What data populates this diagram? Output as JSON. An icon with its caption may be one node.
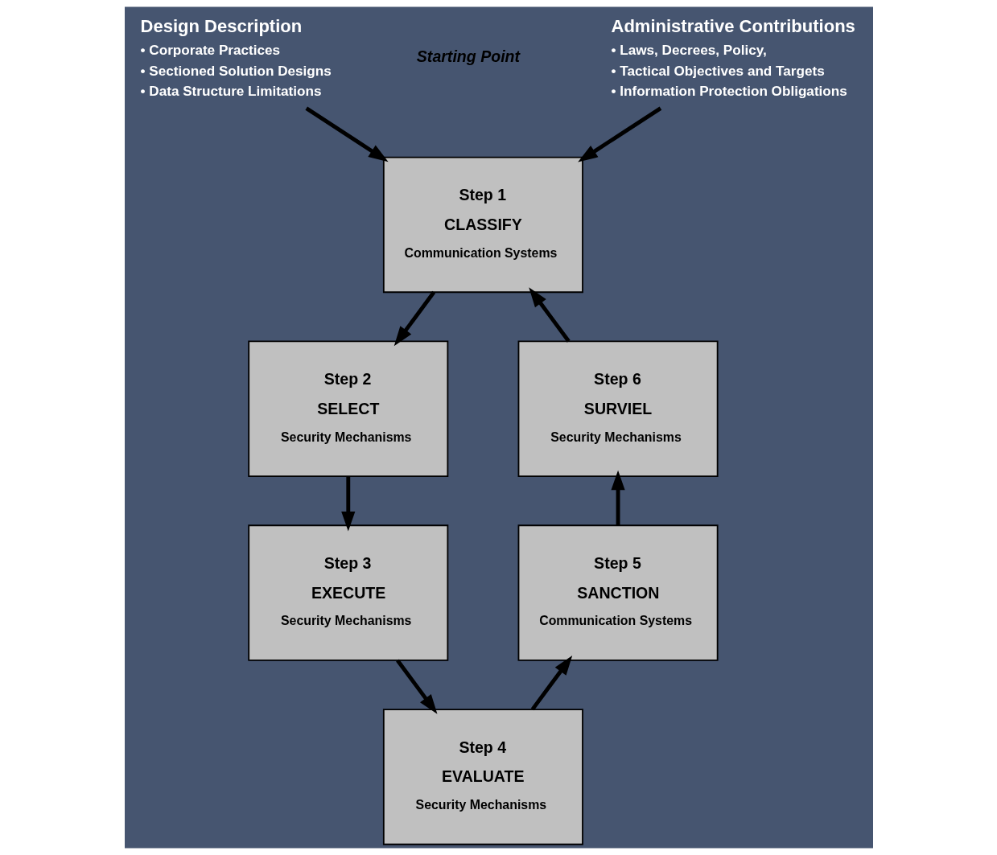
{
  "diagram": {
    "nodes": [
      {
        "text": [
          "Design Description",
          "• Corporate Practices",
          "• Sectioned Solution Designs",
          "• Data Structure Limitations"
        ]
      },
      {
        "text": [
          "Administrative Contributions",
          "• Laws, Decrees, Policy,",
          "• Tactical Objectives and Targets",
          "• Information Protection Obligations"
        ]
      },
      {
        "text": [
          "Step 1",
          "CLASSIFY",
          "Communication Systems"
        ]
      },
      {
        "text": [
          "Step 2",
          "SELECT",
          "Security Mechanisms"
        ]
      },
      {
        "text": [
          "Step 3",
          "EXECUTE",
          "Security Mechanisms"
        ]
      },
      {
        "text": [
          "Step 4",
          "EVALUATE",
          "Security Mechanisms"
        ]
      },
      {
        "text": [
          "Step 5",
          "SANCTION",
          "Communication Systems"
        ]
      },
      {
        "text": [
          "Step 6",
          "SURVIEL",
          "Security Mechanisms"
        ]
      }
    ],
    "edges": [
      {
        "from": 0,
        "to": 2,
        "arrow": "to"
      },
      {
        "from": 1,
        "to": 2,
        "arrow": "to"
      },
      {
        "from": 7,
        "to": 2,
        "arrow": "to"
      },
      {
        "from": 2,
        "to": 3,
        "arrow": "to"
      },
      {
        "from": 3,
        "to": 4,
        "arrow": "to"
      },
      {
        "from": 4,
        "to": 5,
        "arrow": "to"
      },
      {
        "from": 5,
        "to": 6,
        "arrow": "to"
      },
      {
        "from": 6,
        "to": 7,
        "arrow": "to"
      }
    ],
    "labels": [
      "Starting Point"
    ]
  }
}
